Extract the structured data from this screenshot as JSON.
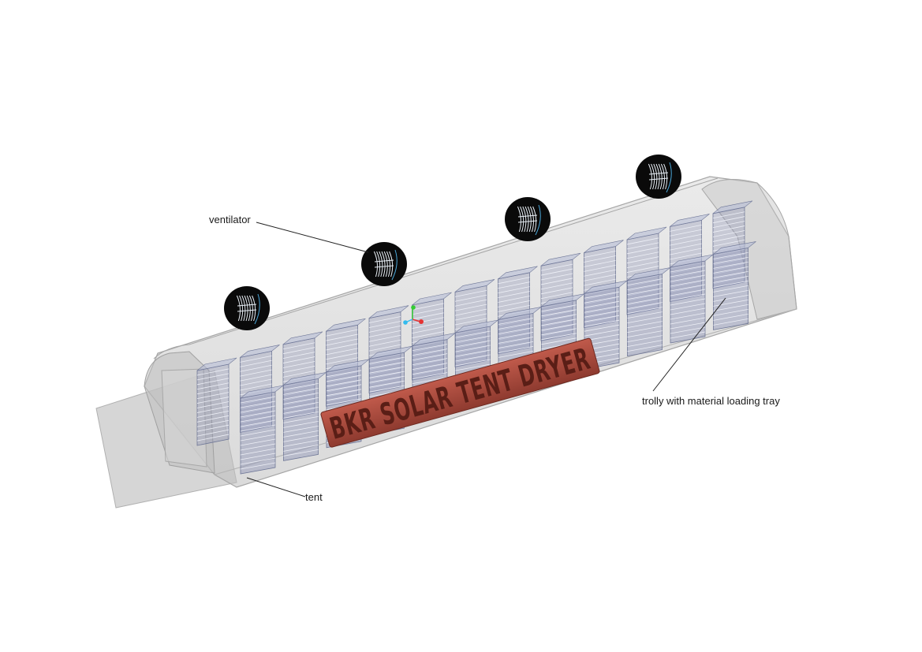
{
  "banner": {
    "text": "BKR SOLAR TENT DRYER"
  },
  "callouts": {
    "ventilator": "ventilator",
    "trolly": "trolly with material loading tray",
    "tent": "tent"
  },
  "ventilators": {
    "count": 4,
    "icon": "fan-icon"
  },
  "colors": {
    "tent_fill": "#c8c8c8",
    "tent_edge": "#a6a6a6",
    "tray": "#8b93b5",
    "banner": "#a8473a",
    "banner_text": "#5a1e16",
    "ventilator": "#0a0a0a",
    "axis_x": "#e53333",
    "axis_y": "#33cc33",
    "axis_z": "#33bbee"
  }
}
